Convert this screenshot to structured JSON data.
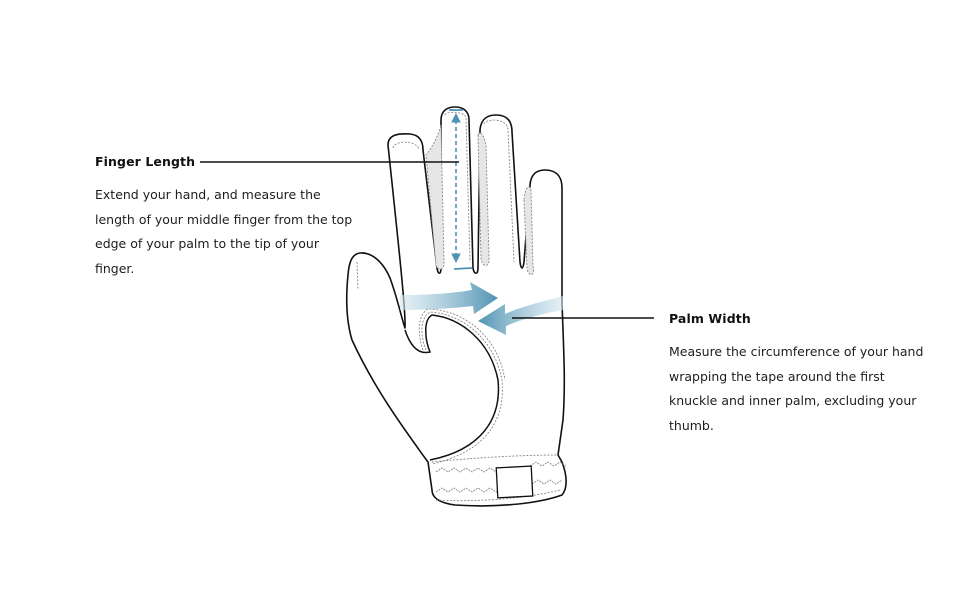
{
  "diagram": {
    "subject": "glove-sizing-guide",
    "colors": {
      "outline": "#111111",
      "stitching": "#777777",
      "finger_gusset": "#e6e6e6",
      "measure_arrow": "#4f93b3",
      "measure_arrow_fade": "#d4e6ef"
    }
  },
  "finger_length": {
    "title": "Finger Length",
    "description": "Extend your hand, and measure the length of your middle finger from the top edge of your palm to the tip of your finger."
  },
  "palm_width": {
    "title": "Palm Width",
    "description": "Measure the circumference of your hand wrapping the tape around the first knuckle and inner palm, excluding your thumb."
  }
}
